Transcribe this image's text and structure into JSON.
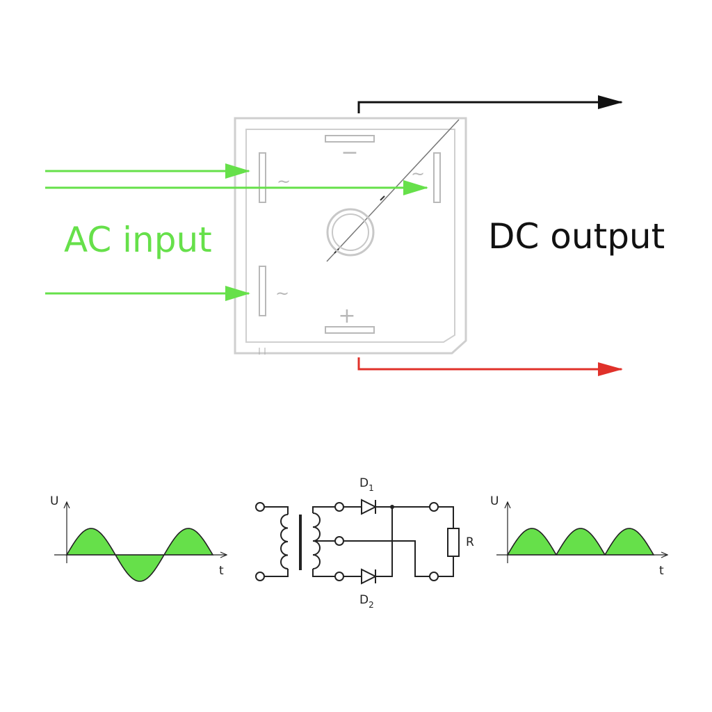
{
  "labels": {
    "ac_input": "AC input",
    "dc_output": "DC output"
  },
  "bridge": {
    "minus_mark": "−",
    "plus_mark": "+",
    "ac_mark": "~"
  },
  "waveforms": {
    "axis_u": "U",
    "axis_t": "t"
  },
  "circuit": {
    "diode1": "D",
    "diode1_sub": "1",
    "diode2": "D",
    "diode2_sub": "2",
    "resistor": "R"
  },
  "colors": {
    "ac_green": "#66e04a",
    "fill_green": "#66e04a",
    "dc_negative": "#111111",
    "dc_positive": "#e0312a",
    "bridge_gray": "#c8c8c8"
  }
}
